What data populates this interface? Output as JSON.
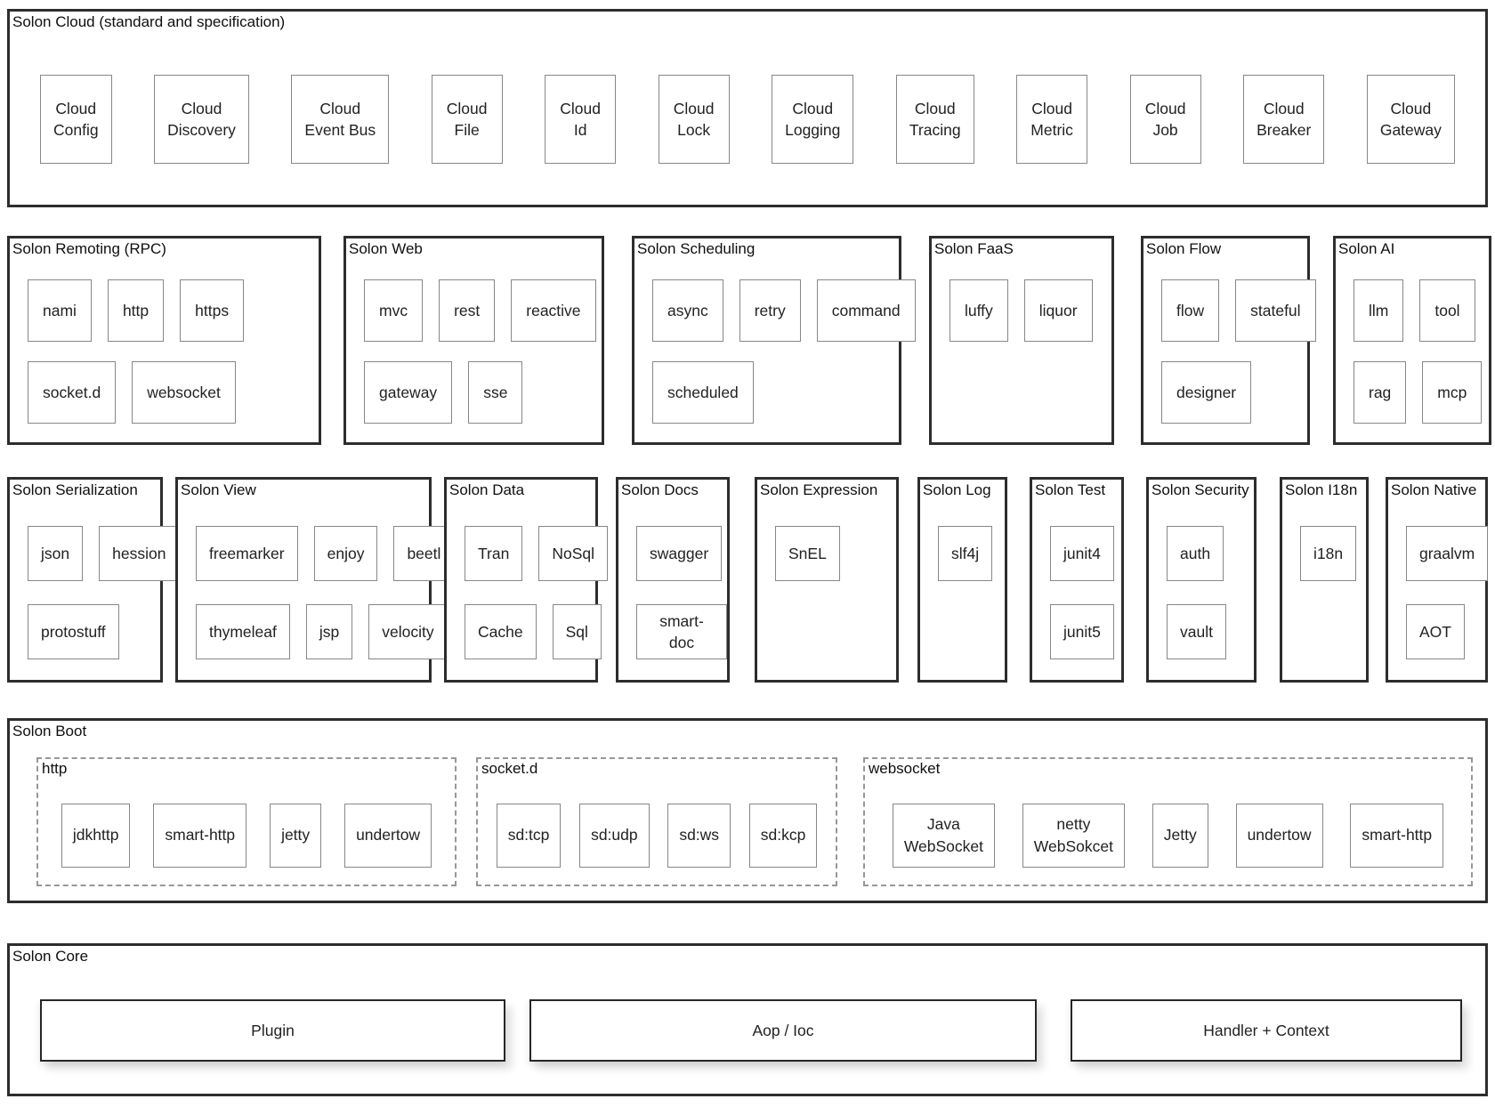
{
  "colors": {
    "background": "#ffffff",
    "panel_border": "#2d2d2d",
    "box_border": "#878787",
    "dashed_border": "#979797",
    "text": "#1a1a1a"
  },
  "cloud": {
    "title": "Solon Cloud (standard and specification)",
    "items": [
      "Cloud\nConfig",
      "Cloud\nDiscovery",
      "Cloud\nEvent Bus",
      "Cloud\nFile",
      "Cloud\nId",
      "Cloud\nLock",
      "Cloud\nLogging",
      "Cloud\nTracing",
      "Cloud\nMetric",
      "Cloud\nJob",
      "Cloud\nBreaker",
      "Cloud\nGateway"
    ]
  },
  "middle_panels": [
    {
      "title": "Solon Remoting (RPC)",
      "rows": [
        [
          "nami",
          "http",
          "https"
        ],
        [
          "socket.d",
          "websocket"
        ]
      ]
    },
    {
      "title": "Solon Web",
      "rows": [
        [
          "mvc",
          "rest",
          "reactive"
        ],
        [
          "gateway",
          "sse"
        ]
      ]
    },
    {
      "title": "Solon Scheduling",
      "rows": [
        [
          "async",
          "retry",
          "command"
        ],
        [
          "scheduled"
        ]
      ]
    },
    {
      "title": "Solon FaaS",
      "rows": [
        [
          "luffy",
          "liquor"
        ]
      ]
    },
    {
      "title": "Solon Flow",
      "rows": [
        [
          "flow",
          "stateful"
        ],
        [
          "designer"
        ]
      ]
    },
    {
      "title": "Solon AI",
      "rows": [
        [
          "llm",
          "tool"
        ],
        [
          "rag",
          "mcp"
        ]
      ]
    }
  ],
  "lower_panels": [
    {
      "title": "Solon Serialization",
      "rows": [
        [
          "json",
          "hession"
        ],
        [
          "protostuff"
        ]
      ]
    },
    {
      "title": "Solon View",
      "rows": [
        [
          "freemarker",
          "enjoy",
          "beetl"
        ],
        [
          "thymeleaf",
          "jsp",
          "velocity"
        ]
      ]
    },
    {
      "title": "Solon Data",
      "rows": [
        [
          "Tran",
          "NoSql"
        ],
        [
          "Cache",
          "Sql"
        ]
      ]
    },
    {
      "title": "Solon Docs",
      "rows": [
        [
          "swagger"
        ],
        [
          "smart-doc"
        ]
      ]
    },
    {
      "title": "Solon Expression",
      "rows": [
        [
          "SnEL"
        ]
      ]
    },
    {
      "title": "Solon Log",
      "rows": [
        [
          "slf4j"
        ]
      ]
    },
    {
      "title": "Solon Test",
      "rows": [
        [
          "junit4"
        ],
        [
          "junit5"
        ]
      ]
    },
    {
      "title": "Solon Security",
      "rows": [
        [
          "auth"
        ],
        [
          "vault"
        ]
      ]
    },
    {
      "title": "Solon I18n",
      "rows": [
        [
          "i18n"
        ]
      ]
    },
    {
      "title": "Solon Native",
      "rows": [
        [
          "graalvm"
        ],
        [
          "AOT"
        ]
      ]
    }
  ],
  "boot": {
    "title": "Solon Boot",
    "groups": [
      {
        "label": "http",
        "items": [
          "jdkhttp",
          "smart-http",
          "jetty",
          "undertow"
        ]
      },
      {
        "label": "socket.d",
        "items": [
          "sd:tcp",
          "sd:udp",
          "sd:ws",
          "sd:kcp"
        ]
      },
      {
        "label": "websocket",
        "items": [
          "Java\nWebSocket",
          "netty\nWebSokcet",
          "Jetty",
          "undertow",
          "smart-http"
        ]
      }
    ]
  },
  "core": {
    "title": "Solon Core",
    "items": [
      "Plugin",
      "Aop / Ioc",
      "Handler + Context"
    ]
  }
}
